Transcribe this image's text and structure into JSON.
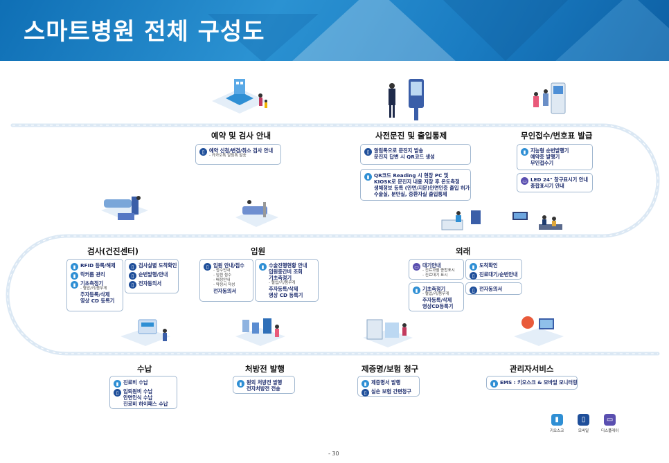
{
  "header": {
    "title": "스마트병원 전체 구성도"
  },
  "stages": {
    "reservation": {
      "title": "예약 및 검사 안내",
      "items": [
        {
          "icon": "mobile",
          "lines": [
            "예약 신청/변경/취소 검사 안내"
          ],
          "subs": [
            "- 카카오톡 알림톡 발송"
          ]
        }
      ]
    },
    "prequestion": {
      "title": "사전문진 및 출입통제",
      "items": [
        {
          "icon": "mobile",
          "lines": [
            "알림톡으로 문진지 발송",
            "문진지 답변 시 QR코드 생성"
          ],
          "subs": []
        },
        {
          "icon": "kiosk",
          "lines": [
            "QR코드 Reading 시 현장 PC 및",
            "KIOSK로 문진지 내용 저장 후 온도측정",
            "생체정보 등록 (안면/지문)안면인증 출입 허가",
            "수술실, 분만실, 중환자실 출입통제"
          ],
          "subs": []
        }
      ]
    },
    "unmanned": {
      "title": "무인접수/번호표 발급",
      "items": [
        {
          "icon": "kiosk",
          "lines": [
            "지능형 순번발행기",
            "예약증 발행기",
            "무인접수기"
          ],
          "subs": []
        },
        {
          "icon": "display",
          "lines": [
            "LED 24\" 창구표시기 안내",
            "종합표시기 안내"
          ],
          "subs": []
        }
      ]
    },
    "checkup": {
      "title": "검사(건진센터)",
      "col1": [
        {
          "icon": "kiosk",
          "lines": [
            "RFID 등록/해제"
          ],
          "subs": []
        },
        {
          "icon": "kiosk",
          "lines": [
            "락커룸 관리"
          ],
          "subs": []
        },
        {
          "icon": "kiosk",
          "lines": [
            "기초측정기"
          ],
          "subs": [
            "- 혈압/키/몸무게"
          ],
          "after": [
            "주자등록/삭제",
            "영상 CD 등록기"
          ]
        }
      ],
      "col2": [
        {
          "icon": "mobile",
          "lines": [
            "검사실별 도착확인"
          ],
          "subs": []
        },
        {
          "icon": "mobile",
          "lines": [
            "순번발행/안내"
          ],
          "subs": []
        },
        {
          "icon": "mobile",
          "lines": [
            "전자동의서"
          ],
          "subs": []
        }
      ]
    },
    "admission": {
      "title": "입원",
      "col1": [
        {
          "icon": "mobile",
          "lines": [
            "입원 안내/접수"
          ],
          "subs": [
            "- 접수안내",
            "- 입원 접수",
            "- 배정안내",
            "- 약정서 작성"
          ],
          "after": [
            "전자동의서"
          ]
        }
      ],
      "col2": [
        {
          "icon": "kiosk",
          "lines": [
            "수술진행현황 안내",
            "입원중간비 조회",
            "기초측정기"
          ],
          "subs": [
            "- 혈압/키/몸무게"
          ],
          "after": [
            "주자등록/삭제",
            "영상 CD 등록기"
          ]
        }
      ]
    },
    "outpatient": {
      "title": "외래",
      "col1": [
        {
          "icon": "display",
          "lines": [
            "대기안내"
          ],
          "subs": [
            "- 진료과별 종합표시",
            "- 진료대기 표시"
          ]
        },
        {
          "icon": "kiosk",
          "lines": [
            "기초측정기"
          ],
          "subs": [
            "- 혈압/키/몸무게"
          ],
          "after": [
            "주자등록/삭제",
            "영상CD등록기"
          ]
        }
      ],
      "col2": [
        {
          "icon": "kiosk",
          "lines": [
            "도착확인"
          ],
          "subs": []
        },
        {
          "icon": "mobile",
          "lines": [
            "진료대기/순번안내"
          ],
          "subs": []
        },
        {
          "icon": "mobile",
          "lines": [
            "전자동의서"
          ],
          "subs": []
        }
      ]
    },
    "payment": {
      "title": "수납",
      "items": [
        {
          "icon": "kiosk",
          "lines": [
            "진료비 수납"
          ],
          "subs": []
        },
        {
          "icon": "mobile",
          "lines": [
            "입퇴원비 수납",
            "안면인식 수납",
            "진료비 하이패스 수납"
          ],
          "subs": []
        }
      ]
    },
    "prescription": {
      "title": "처방전 발행",
      "items": [
        {
          "icon": "kiosk",
          "lines": [
            "원외 처방전 발행",
            "전자처방전 전송"
          ],
          "subs": []
        }
      ]
    },
    "certificate": {
      "title": "제증명/보험 청구",
      "items": [
        {
          "icon": "kiosk",
          "lines": [
            "제증명서 발행"
          ],
          "subs": []
        },
        {
          "icon": "mobile",
          "lines": [
            "실손 보험 간편청구"
          ],
          "subs": []
        }
      ]
    },
    "admin": {
      "title": "관리자서비스",
      "items": [
        {
          "icon": "kiosk",
          "lines": [
            "EMS : 키오스크 & 모바일 모니터링"
          ],
          "subs": []
        }
      ]
    }
  },
  "legend": [
    {
      "icon": "kiosk",
      "label": "키오스크",
      "color": "#2f8fd4"
    },
    {
      "icon": "mobile",
      "label": "모바일",
      "color": "#1f4f9a"
    },
    {
      "icon": "display",
      "label": "디스플레이",
      "color": "#5a4fb0"
    }
  ],
  "page_number": "- 30",
  "colors": {
    "header": "#1a7cc2",
    "road": "#dbe8f4",
    "box_border": "#9fb6cf",
    "text_dark": "#1a2a6c"
  }
}
